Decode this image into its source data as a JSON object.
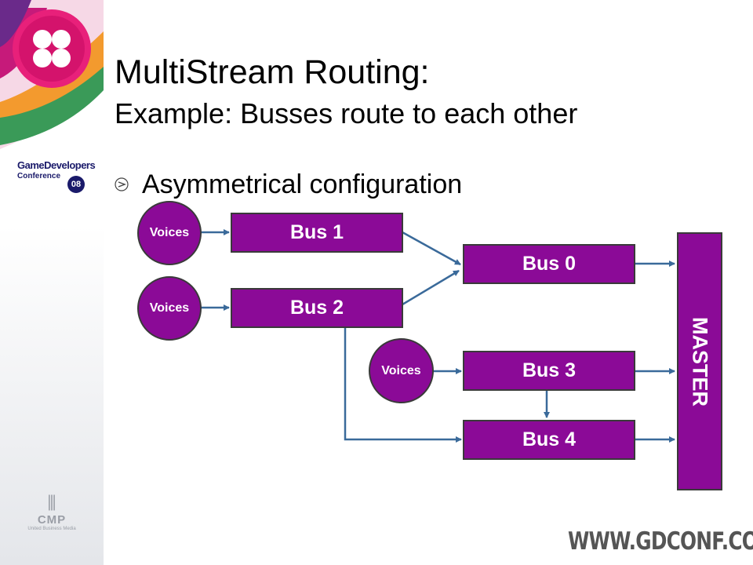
{
  "slide": {
    "title": "MultiStream Routing:",
    "subtitle": "Example: Busses route to each other",
    "bullet": "Asymmetrical configuration"
  },
  "branding": {
    "gdc_line1": "GameDevelopers",
    "gdc_line2": "Conference",
    "gdc_year": "08",
    "cmp_name": "CMP",
    "cmp_sub": "United Business Media",
    "url": "WWW.GDCONF.COM"
  },
  "diagram": {
    "voices_label": "Voices",
    "buses": {
      "bus1": "Bus 1",
      "bus2": "Bus 2",
      "bus0": "Bus 0",
      "bus3": "Bus 3",
      "bus4": "Bus 4"
    },
    "master": "MASTER"
  },
  "colors": {
    "node_fill": "#8b0a97",
    "node_border": "#3a3a3a",
    "arrow": "#3a6a9a"
  }
}
